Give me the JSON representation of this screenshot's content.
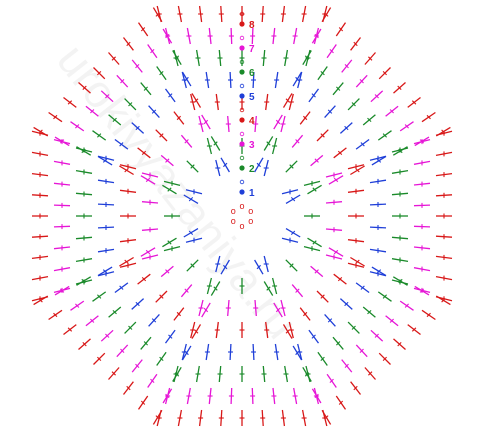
{
  "watermark": "urokivyazaniya.ru",
  "row_labels": [
    "1",
    "2",
    "3",
    "4",
    "5",
    "6",
    "7",
    "8"
  ],
  "row_colors": [
    "#1f3fd8",
    "#1a8a2a",
    "#e616d6",
    "#d81818",
    "#1f3fd8",
    "#1a8a2a",
    "#e616d6",
    "#d81818"
  ],
  "wedge_count": 8,
  "center_marker": "o"
}
